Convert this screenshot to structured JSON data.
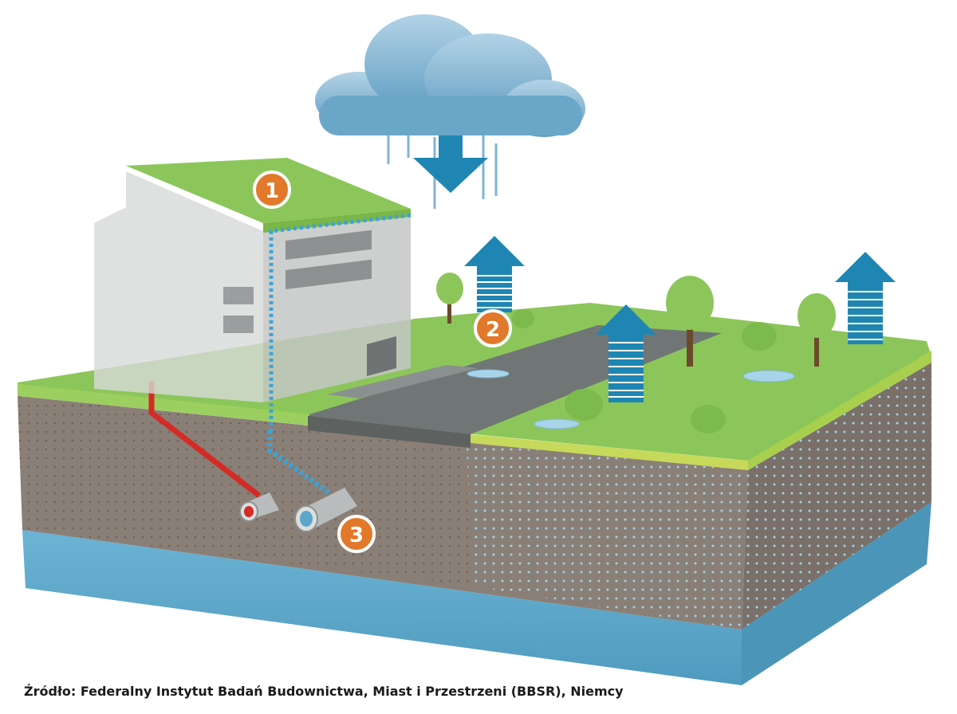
{
  "markers": [
    {
      "id": "green-roof",
      "label": "1"
    },
    {
      "id": "green-space",
      "label": "2"
    },
    {
      "id": "pipes",
      "label": "3"
    }
  ],
  "caption": "Źródło: Federalny Instytut Badań Budownictwa, Miast i Przestrzeni (BBSR), Niemcy",
  "colors": {
    "marker_fill": "#e2782a",
    "grass": "#8cc65a",
    "soil": "#8a7f76",
    "water": "#5ba7c9",
    "rain_arrow": "#1f86b4",
    "wastewater_pipe": "#d52b26",
    "cloud": "#7fb4d3"
  }
}
